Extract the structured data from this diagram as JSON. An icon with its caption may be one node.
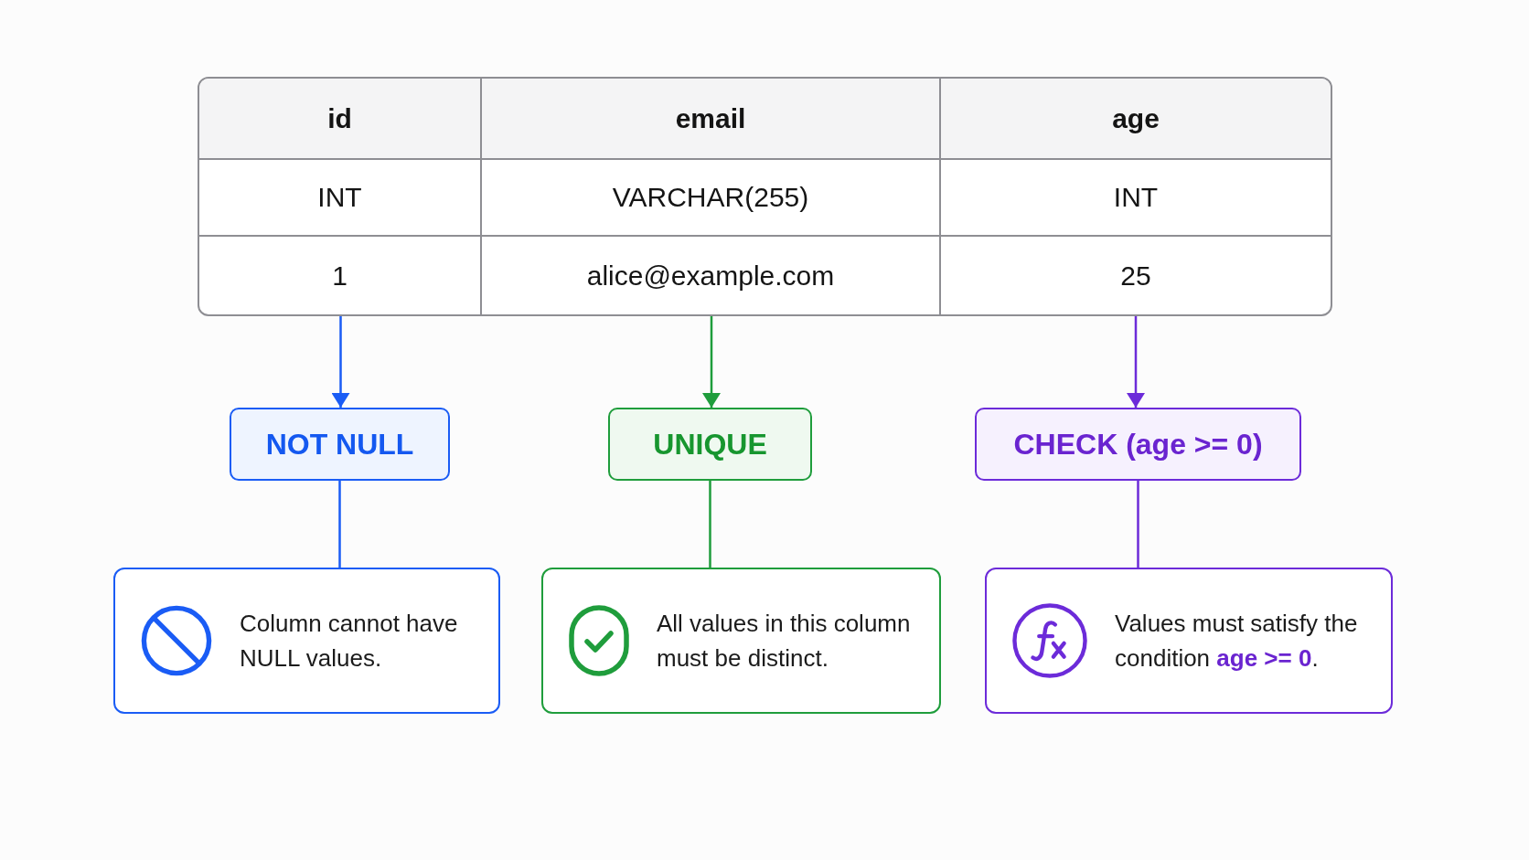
{
  "diagram": {
    "nodes": [
      {
        "text": [
          "id",
          "INT",
          "1"
        ]
      },
      {
        "text": [
          "email",
          "VARCHAR(255)",
          "alice@example.com"
        ]
      },
      {
        "text": [
          "age",
          "INT",
          "25"
        ]
      },
      {
        "text": [
          "NOT NULL"
        ]
      },
      {
        "text": [
          "UNIQUE"
        ]
      },
      {
        "text": [
          "CHECK (age >= 0)"
        ]
      },
      {
        "text": [
          "Column cannot have NULL values."
        ]
      },
      {
        "text": [
          "All values in this column must be distinct."
        ]
      },
      {
        "text": [
          "Values must satisfy the condition **age >= 0**."
        ]
      }
    ],
    "edges": [
      {
        "from": 0,
        "to": 3,
        "arrow": "to",
        "color": "#1a5cf5"
      },
      {
        "from": 1,
        "to": 4,
        "arrow": "to",
        "color": "#1f9d3c"
      },
      {
        "from": 2,
        "to": 5,
        "arrow": "to",
        "color": "#6c2bd9"
      },
      {
        "from": 3,
        "to": 6,
        "arrow": "none",
        "color": "#1a5cf5"
      },
      {
        "from": 4,
        "to": 7,
        "arrow": "none",
        "color": "#1f9d3c"
      },
      {
        "from": 5,
        "to": 8,
        "arrow": "none",
        "color": "#6c2bd9"
      }
    ]
  }
}
